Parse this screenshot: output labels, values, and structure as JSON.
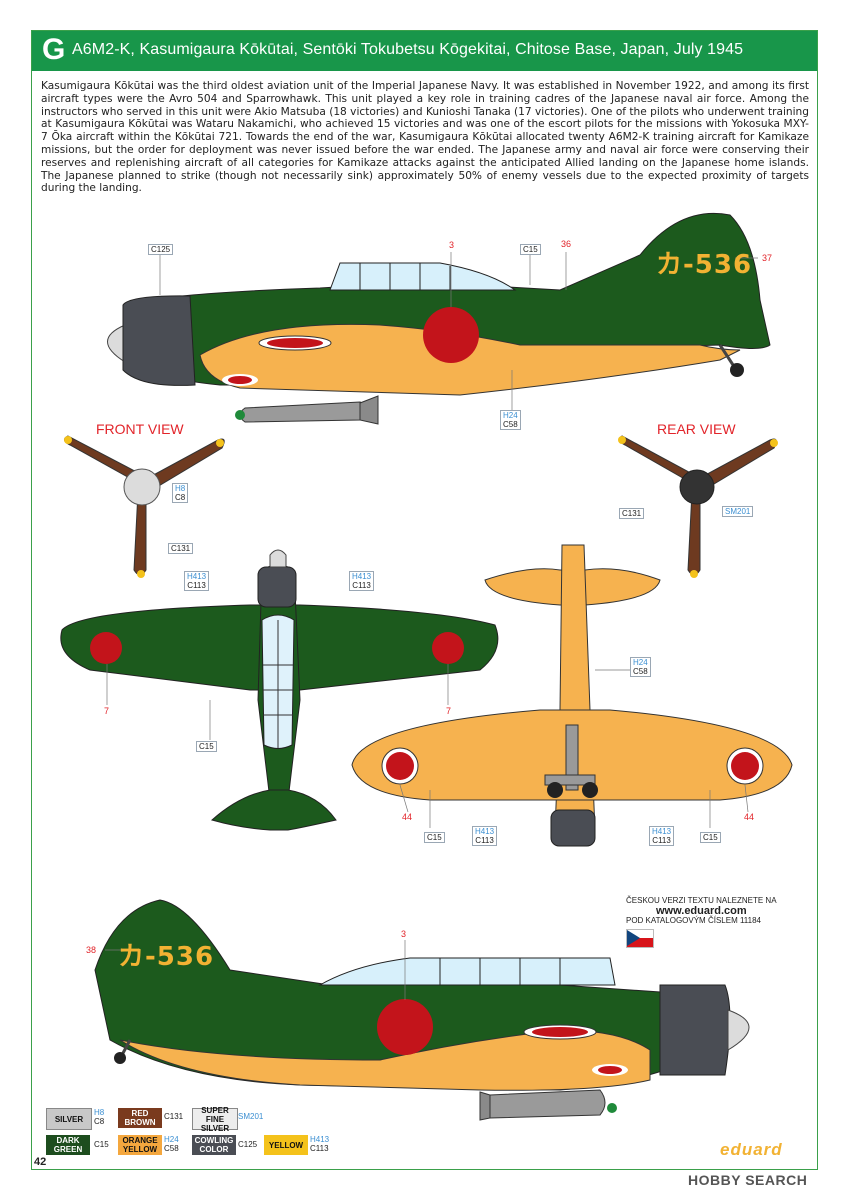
{
  "header": {
    "letter": "G",
    "title": "A6M2-K, Kasumigaura Kōkūtai, Sentōki Tokubetsu Kōgekitai, Chitose Base, Japan, July 1945"
  },
  "description": "Kasumigaura Kōkūtai was the third oldest aviation unit of the Imperial Japanese Navy. It was established in November 1922, and among its first aircraft types were the Avro 504 and Sparrowhawk. This unit played a key role in training cadres of the Japanese naval air force. Among the instructors who served in this unit were Akio Matsuba (18 victories) and Kunioshi Tanaka (17 victories). One of the pilots who underwent training at Kasumigaura Kōkūtai was Wataru Nakamichi, who achieved 15 victories and was one of the escort pilots for the missions with Yokosuka MXY-7 Ōka aircraft within the Kōkūtai 721. Towards the end of the war, Kasumigaura Kōkūtai allocated twenty A6M2-K training aircraft for Kamikaze missions, but the order for deployment was never issued before the war ended. The Japanese army and naval air force were conserving their reserves and replenishing aircraft of all categories for Kamikaze attacks against the anticipated Allied landing on the Japanese home islands. The Japanese planned to strike (though not necessarily sink) approximately 50% of enemy vessels due to the expected proximity of targets during the landing.",
  "views": {
    "front": "FRONT VIEW",
    "rear": "REAR VIEW"
  },
  "tail_code": "カ-536",
  "numbers": {
    "n3_top": "3",
    "n36": "36",
    "n37": "37",
    "n7_left": "7",
    "n7_right": "7",
    "n44_left": "44",
    "n44_right": "44",
    "n38": "38",
    "n3_bottom": "3"
  },
  "callouts": {
    "c125_top": {
      "c": "C125"
    },
    "c15_top": {
      "c": "C15"
    },
    "h24_side": {
      "h": "H24",
      "c": "C58"
    },
    "h8_front": {
      "h": "H8",
      "c": "C8"
    },
    "c131_front": {
      "c": "C131"
    },
    "c131_rear": {
      "c": "C131"
    },
    "sm201_rear": {
      "c": "SM201"
    },
    "h413_top_left": {
      "h": "H413",
      "c": "C113"
    },
    "h413_top_right": {
      "h": "H413",
      "c": "C113"
    },
    "c15_top_view": {
      "c": "C15"
    },
    "h24_under": {
      "h": "H24",
      "c": "C58"
    },
    "c15_under_left": {
      "c": "C15"
    },
    "h413_under_left": {
      "h": "H413",
      "c": "C113"
    },
    "h413_under_right": {
      "h": "H413",
      "c": "C113"
    },
    "c15_under_right": {
      "c": "C15"
    }
  },
  "czech_note": {
    "line1": "ČESKOU VERZI TEXTU NALEZNETE NA",
    "url": "www.eduard.com",
    "line2": "POD KATALOGOVÝM ČÍSLEM 11184"
  },
  "legend": [
    {
      "name": "SILVER",
      "h": "H8",
      "c": "C8",
      "color": "#c8c8c8",
      "text_color": "#111111"
    },
    {
      "name": "RED BROWN",
      "h": "",
      "c": "C131",
      "color": "#7a3a1e",
      "text_color": "#ffffff"
    },
    {
      "name": "SUPER FINE SILVER",
      "h": "",
      "c": "SM201",
      "color": "#ededed",
      "text_color": "#111111"
    },
    {
      "name": "DARK GREEN",
      "h": "",
      "c": "C15",
      "color": "#1d4d1e",
      "text_color": "#ffffff"
    },
    {
      "name": "ORANGE YELLOW",
      "h": "H24",
      "c": "C58",
      "color": "#f4a73e",
      "text_color": "#111111"
    },
    {
      "name": "COWLING COLOR",
      "h": "",
      "c": "C125",
      "color": "#4a4d54",
      "text_color": "#ffffff"
    },
    {
      "name": "YELLOW",
      "h": "H413",
      "c": "C113",
      "color": "#f4c21b",
      "text_color": "#111111"
    }
  ],
  "page_number": "42",
  "brand": "eduard",
  "watermark": "HOBBY SEARCH",
  "colors": {
    "green": "#1c5a1d",
    "orange": "#f6b24f",
    "red": "#c3141b",
    "cowl": "#4a4d54",
    "header": "#18964a"
  }
}
